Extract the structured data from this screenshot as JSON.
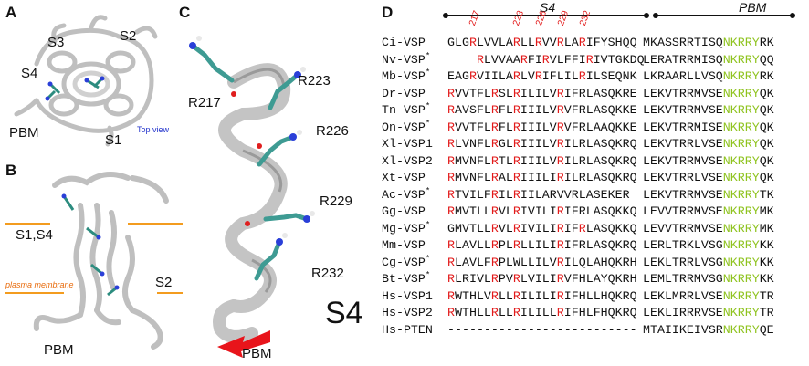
{
  "panels": {
    "A": "A",
    "B": "B",
    "C": "C",
    "D": "D"
  },
  "panel_a": {
    "labels": {
      "s3": "S3",
      "s2": "S2",
      "s4": "S4",
      "pbm": "PBM",
      "s1": "S1"
    },
    "caption": "Top view"
  },
  "panel_b": {
    "labels": {
      "s1s4": "S1,S4",
      "s2": "S2",
      "pbm": "PBM"
    },
    "membrane_label": "plasma membrane"
  },
  "panel_c": {
    "residues": [
      "R217",
      "R223",
      "R226",
      "R229",
      "R232"
    ],
    "helix_label": "S4",
    "arrow_label": "PBM"
  },
  "panel_d": {
    "header_s4": "S4",
    "header_pbm": "PBM",
    "numbers": [
      "217",
      "223",
      "226",
      "229",
      "232"
    ],
    "rows": [
      {
        "name": "Ci-VSP",
        "star": "",
        "s4": "GLGRLVVLARLLRVVRLARIFYSHQQ",
        "pbm": "MKASSRRTISQNKRRYRK"
      },
      {
        "name": "Nv-VSP",
        "star": "*",
        "s4": "    RLVVAARFIRVLFFIRIVTGKDQ",
        "pbm": "LERATRRMISQNKRRYQQ"
      },
      {
        "name": "Mb-VSP",
        "star": "*",
        "s4": "EAGRVIILARLVRIFLILRILSEQNK",
        "pbm": "LKRAARLLVSQNKRRYRK"
      },
      {
        "name": "Dr-VSP",
        "star": "",
        "s4": "RVVTFLRSLRILILVRIFRLASQKRE",
        "pbm": "LEKVTRRMVSENKRRYQK"
      },
      {
        "name": "Tn-VSP",
        "star": "*",
        "s4": "RAVSFLRFLRIIILVRVFRLASQKKE",
        "pbm": "LEKVTRRMVSENKRRYQK"
      },
      {
        "name": "On-VSP",
        "star": "*",
        "s4": "RVVTFLRFLRIIILVRVFRLAAQKKE",
        "pbm": "LEKVTRRMISENKRRYQK"
      },
      {
        "name": "Xl-VSP1",
        "star": "",
        "s4": "RLVNFLRGLRIIILVRILRLASQKRQ",
        "pbm": "LEKVTRRLVSENKRRYQK"
      },
      {
        "name": "Xl-VSP2",
        "star": "",
        "s4": "RMVNFLRTLRIIILVRILRLASQKRQ",
        "pbm": "LEKVTRRMVSENKRRYQK"
      },
      {
        "name": "Xt-VSP",
        "star": "",
        "s4": "RMVNFLRALRIIILIRILRLASQKRQ",
        "pbm": "LEKVTRRLVSENKRRYQK"
      },
      {
        "name": "Ac-VSP",
        "star": "*",
        "s4": "RTVILFRILRIILARVVRLASEKER",
        "pbm": "LEKVTRRMVSENKRRYTK"
      },
      {
        "name": "Gg-VSP",
        "star": "",
        "s4": "RMVTLLRVLRIVILIRIFRLASQKKQ",
        "pbm": "LEVVTRRMVSENKRRYMK"
      },
      {
        "name": "Mg-VSP",
        "star": "*",
        "s4": "GMVTLLRVLRIVILIRIFRLASQKKQ",
        "pbm": "LEVVTRRMVSENKRRYMK"
      },
      {
        "name": "Mm-VSP",
        "star": "",
        "s4": "RLAVLLRPLRLLILIRIFRLASQKRQ",
        "pbm": "LERLTRKLVSGNKRRYKK"
      },
      {
        "name": "Cg-VSP",
        "star": "*",
        "s4": "RLAVLFRPLWLLILVRILQLAHQKRH",
        "pbm": "LEKLTRRLVSGNKRRYKK"
      },
      {
        "name": "Bt-VSP",
        "star": "*",
        "s4": "RLRIVLRPVRLVILIRVFHLAYQKRH",
        "pbm": "LEMLTRRMVSGNKRRYKK"
      },
      {
        "name": "Hs-VSP1",
        "star": "",
        "s4": "RWTHLVRLLRILILIRIFHLLHQKRQ",
        "pbm": "LEKLMRRLVSENKRRYTR"
      },
      {
        "name": "Hs-VSP2",
        "star": "",
        "s4": "RWTHLLRLLRILILLRIFHLFHQKRQ",
        "pbm": "LEKLIRRRVSENKRRYTR"
      },
      {
        "name": "Hs-PTEN",
        "star": "",
        "s4": "--------------------------",
        "pbm": "MTAIIKEIVSRNKRRYQE"
      }
    ]
  },
  "colors": {
    "arginine": "#e21a1a",
    "pbm_motif": "#8fc31f",
    "membrane": "#f39c1f",
    "arrow": "#e8141b",
    "top_view_text": "#2233cc",
    "membrane_text": "#e86a0a"
  }
}
